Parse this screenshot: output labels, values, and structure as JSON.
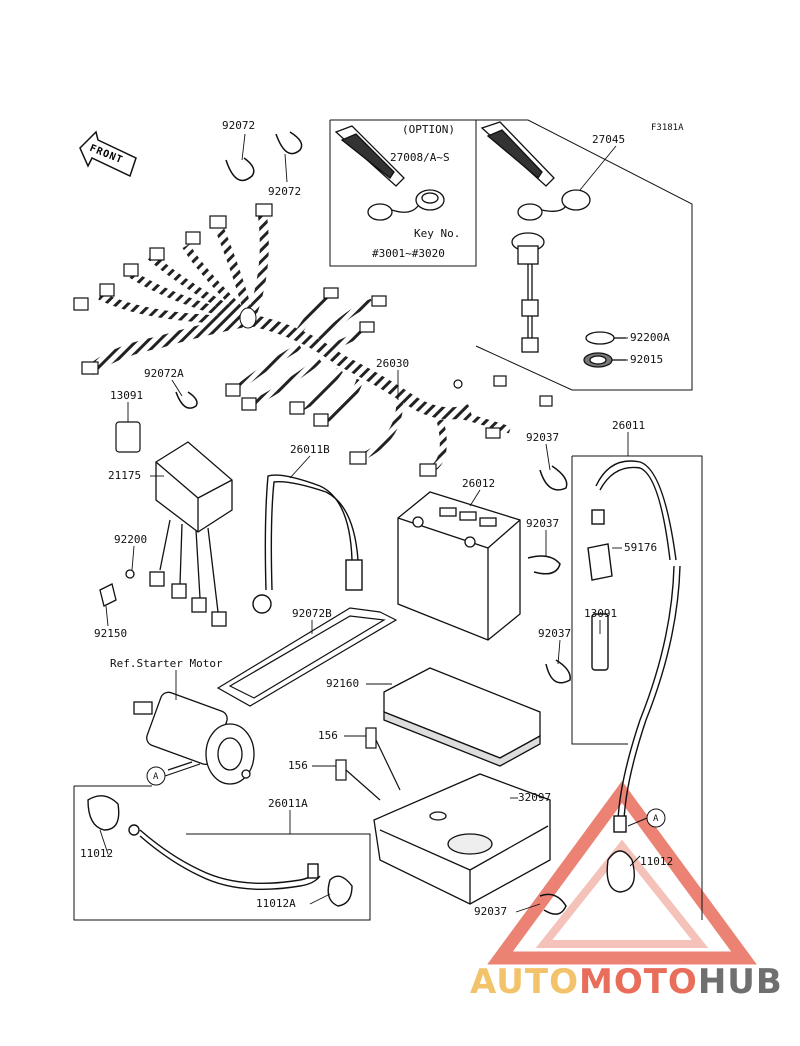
{
  "figure_code": "F3181A",
  "front_label": "FRONT",
  "option": {
    "header": "(OPTION)",
    "part": "27008/A~S",
    "key_no_label": "Key No.",
    "key_range": "#3001~#3020"
  },
  "parts": {
    "p92072_a": "92072",
    "p92072_b": "92072",
    "p27045": "27045",
    "p92200A": "92200A",
    "p92015": "92015",
    "p92072A": "92072A",
    "p13091_a": "13091",
    "p26030": "26030",
    "p92037_a": "92037",
    "p26011": "26011",
    "p21175": "21175",
    "p26011B": "26011B",
    "p26012": "26012",
    "p92037_b": "92037",
    "p92200": "92200",
    "p59176": "59176",
    "p92150": "92150",
    "p92072B": "92072B",
    "p13091_b": "13091",
    "p92037_c": "92037",
    "ref_starter": "Ref.Starter Motor",
    "p92160": "92160",
    "p156_a": "156",
    "p156_b": "156",
    "p32097": "32097",
    "p26011A": "26011A",
    "p11012_a": "11012",
    "p11012_b": "11012",
    "p11012A": "11012A",
    "p92037_d": "92037",
    "callout_a1": "A",
    "callout_a2": "A"
  },
  "watermark": {
    "part1": "AUTO",
    "part2": "MOTO",
    "part3": "HUB"
  },
  "colors": {
    "line": "#1a1a1a",
    "watermark_red": "#e86d5b",
    "watermark_gold": "#f2c36a",
    "watermark_gray": "#6f6f6f"
  }
}
